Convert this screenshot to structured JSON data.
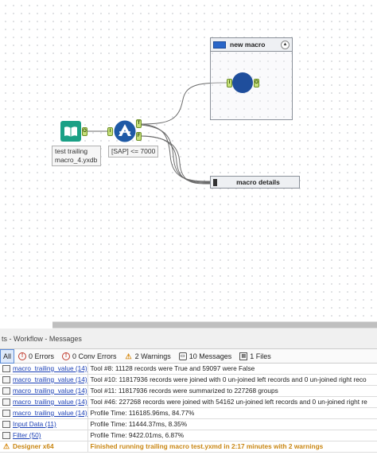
{
  "canvas": {
    "input_tool": {
      "label": "test trailing macro_4.yxdb",
      "anchor_out": "O"
    },
    "filter_tool": {
      "label": "[SAP] <= 7000",
      "anchor_in": "I",
      "anchor_true": "T",
      "anchor_false": "F"
    },
    "macro_container": {
      "title": "new macro",
      "collapse_icon": "chevron-up-icon",
      "anchor_in": "I",
      "anchor_out": "O",
      "node_color": "#1f4e9c"
    },
    "details_container": {
      "title": "macro details"
    }
  },
  "results": {
    "header": "ts - Workflow - Messages",
    "toolbar": {
      "all": "All",
      "errors": "0 Errors",
      "conv_errors": "0 Conv Errors",
      "warnings": "2 Warnings",
      "messages": "10 Messages",
      "files": "1 Files"
    },
    "rows": [
      {
        "source": "macro_trailing_value (14)",
        "message": "Tool #8: 11128 records were True and 59097 were False"
      },
      {
        "source": "macro_trailing_value (14)",
        "message": "Tool #10: 11817936 records were joined with 0 un-joined left records and 0 un-joined right reco"
      },
      {
        "source": "macro_trailing_value (14)",
        "message": "Tool #11: 11817936 records were summarized to 227268 groups"
      },
      {
        "source": "macro_trailing_value (14)",
        "message": "Tool #46: 227268 records were joined with 54162 un-joined left records and 0 un-joined right re"
      },
      {
        "source": "macro_trailing_value (14)",
        "message": "Profile Time: 116185.96ms, 84.77%"
      },
      {
        "source": "Input Data (11)",
        "message": "Profile Time: 11444.37ms, 8.35%"
      },
      {
        "source": "Filter (50)",
        "message": "Profile Time: 9422.01ms, 6.87%"
      },
      {
        "source": "Designer x64",
        "message": "Finished running trailing macro test.yxmd in 2:17 minutes with 2 warnings"
      }
    ]
  },
  "colors": {
    "warning_text": "#c98612",
    "link": "#1a3fb5",
    "wire": "#666666",
    "tool_blue": "#1f5aa6",
    "tool_green": "#1aa085"
  }
}
